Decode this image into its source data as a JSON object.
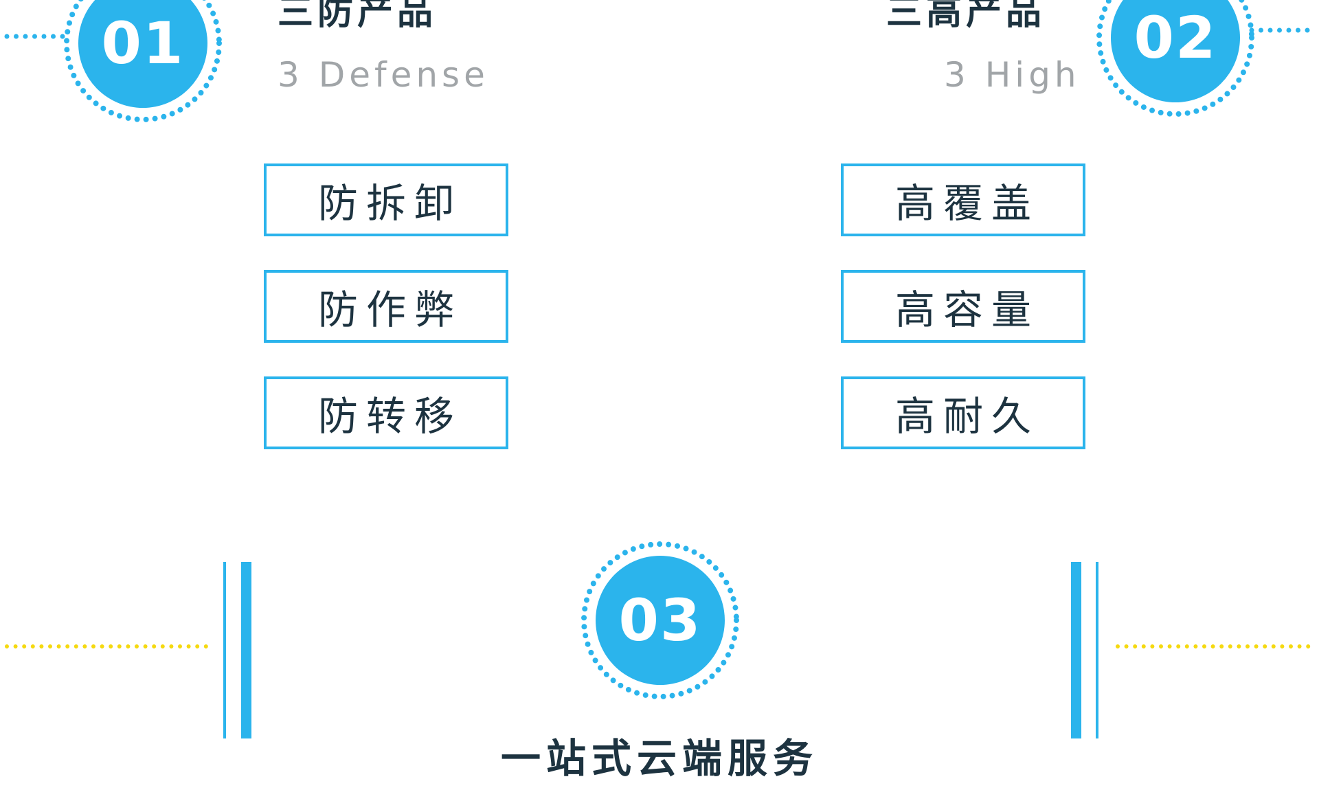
{
  "colors": {
    "accent": "#2bb4ec",
    "yellow_dots": "#f5d90f",
    "text_dark": "#1d3340",
    "text_gray": "#a1a5a8"
  },
  "sections": {
    "defense": {
      "number": "01",
      "title_zh": "三防产品",
      "title_en": "3 Defense",
      "features": [
        "防拆卸",
        "防作弊",
        "防转移"
      ]
    },
    "high": {
      "number": "02",
      "title_zh": "三高产品",
      "title_en": "3 High",
      "features": [
        "高覆盖",
        "高容量",
        "高耐久"
      ]
    },
    "service": {
      "number": "03",
      "title_zh": "一站式云端服务"
    }
  }
}
